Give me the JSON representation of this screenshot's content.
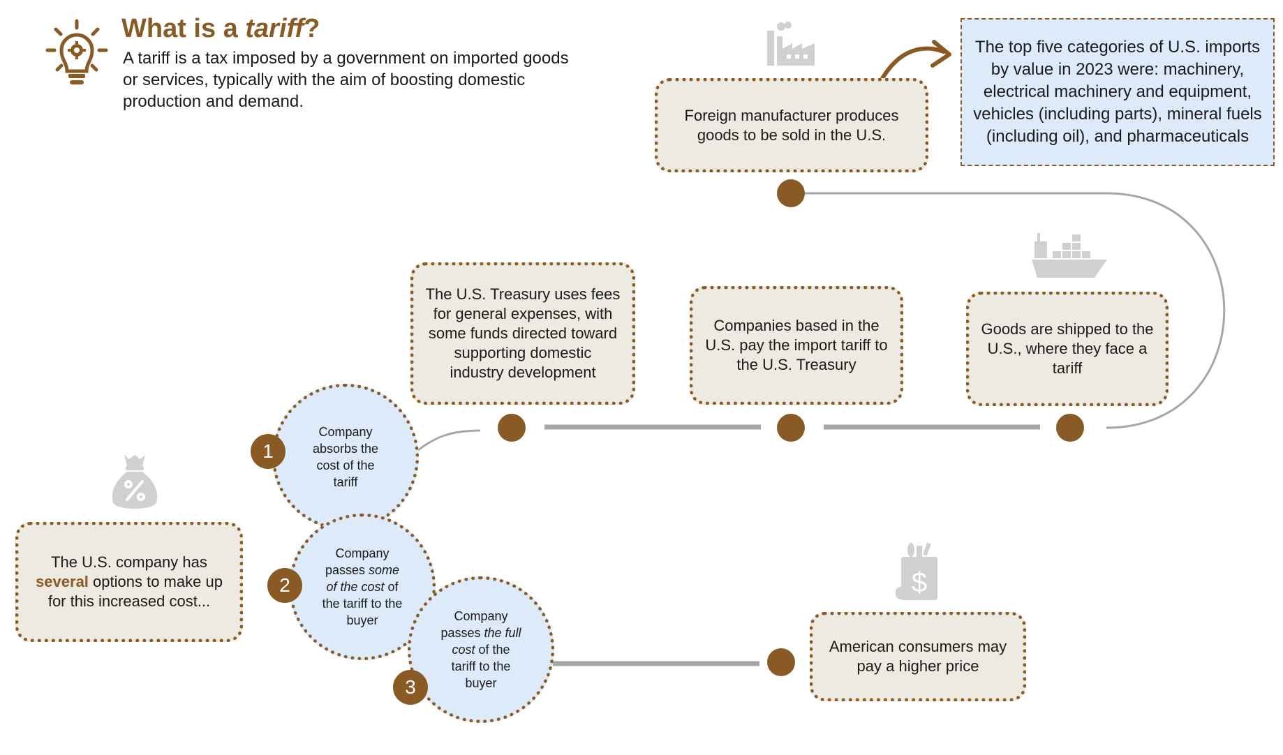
{
  "header": {
    "title_prefix": "What is a ",
    "title_emph": "tariff",
    "title_suffix": "?",
    "definition": "A tariff is a tax imposed by a government on imported goods or services, typically with the aim of boosting domestic production and demand."
  },
  "steps": {
    "foreign_manufacturer": "Foreign manufacturer produces goods to be sold in the U.S.",
    "shipped": "Goods are shipped to the U.S., where they face a tariff",
    "companies_pay": "Companies based in the U.S. pay the import tariff to the U.S. Treasury",
    "treasury": "The U.S. Treasury uses fees for general expenses, with some funds directed toward supporting domestic industry development",
    "consumers": "American consumers may pay a higher price"
  },
  "imports_note": "The top five categories of U.S. imports by value in 2023 were: machinery, electrical machinery and equipment, vehicles (including parts), mineral fuels (including oil), and pharmaceuticals",
  "options_box": {
    "text_before": "The U.S. company has ",
    "highlight": "several",
    "text_after": " options to make up for this increased cost..."
  },
  "options": [
    {
      "number": "1",
      "before": "Company absorbs the cost of the tariff",
      "emph": "",
      "after": ""
    },
    {
      "number": "2",
      "before": "Company passes ",
      "emph": "some of the cost",
      "after": " of the tariff to the buyer"
    },
    {
      "number": "3",
      "before": "Company passes ",
      "emph": "the full cost",
      "after": " of the tariff to the buyer"
    }
  ],
  "icons": [
    "lightbulb-gear-icon",
    "factory-icon",
    "cargo-ship-icon",
    "money-bag-percent-icon",
    "grocery-bag-dollar-icon"
  ],
  "colors": {
    "accent": "#8a5a25",
    "box_fill": "#edeae1",
    "highlight_fill": "#ddeafa",
    "line": "#a6a6a6",
    "icon_gray": "#d0d0d0"
  }
}
